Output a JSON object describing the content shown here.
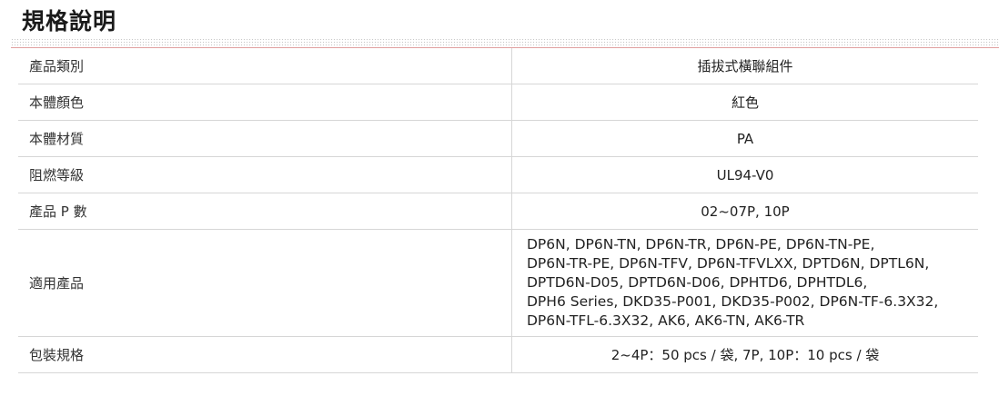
{
  "title": "規格說明",
  "rows": [
    {
      "label": "產品類別",
      "value": "插拔式橫聯組件"
    },
    {
      "label": "本體顏色",
      "value": "紅色"
    },
    {
      "label": "本體材質",
      "value": "PA"
    },
    {
      "label": "阻燃等級",
      "value": "UL94-V0"
    },
    {
      "label": "產品 P 數",
      "value": "02~07P, 10P"
    },
    {
      "label": "適用產品",
      "lines": [
        "DP6N, DP6N-TN, DP6N-TR, DP6N-PE, DP6N-TN-PE,",
        "DP6N-TR-PE, DP6N-TFV, DP6N-TFVLXX, DPTD6N, DPTL6N,",
        "DPTD6N-D05, DPTD6N-D06, DPHTD6, DPHTDL6,",
        "DPH6 Series, DKD35-P001, DKD35-P002, DP6N-TF-6.3X32,",
        "DP6N-TFL-6.3X32, AK6, AK6-TN, AK6-TR"
      ]
    },
    {
      "label": "包裝規格",
      "value": "2~4P：50 pcs / 袋, 7P, 10P：10 pcs / 袋"
    }
  ]
}
